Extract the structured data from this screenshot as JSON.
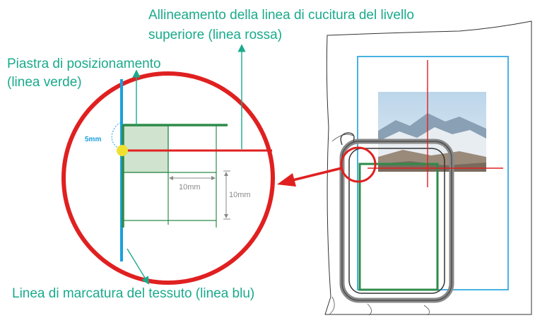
{
  "labels": {
    "top_line1": "Allineamento della linea di cucitura del livello",
    "top_line2": "superiore (linea rossa)",
    "left_line1": "Piastra di posizionamento",
    "left_line2": "(linea verde)",
    "bottom": "Linea di marcatura del tessuto (linea blu)"
  },
  "dimensions": {
    "small": "5mm",
    "horizontal": "10mm",
    "vertical": "10mm"
  },
  "colors": {
    "label_teal": "#1aaa8c",
    "green": "#2e8b4a",
    "red": "#e02020",
    "blue": "#1aa0dc",
    "dim_gray": "#8a8a8a",
    "yellow": "#f0e030"
  }
}
